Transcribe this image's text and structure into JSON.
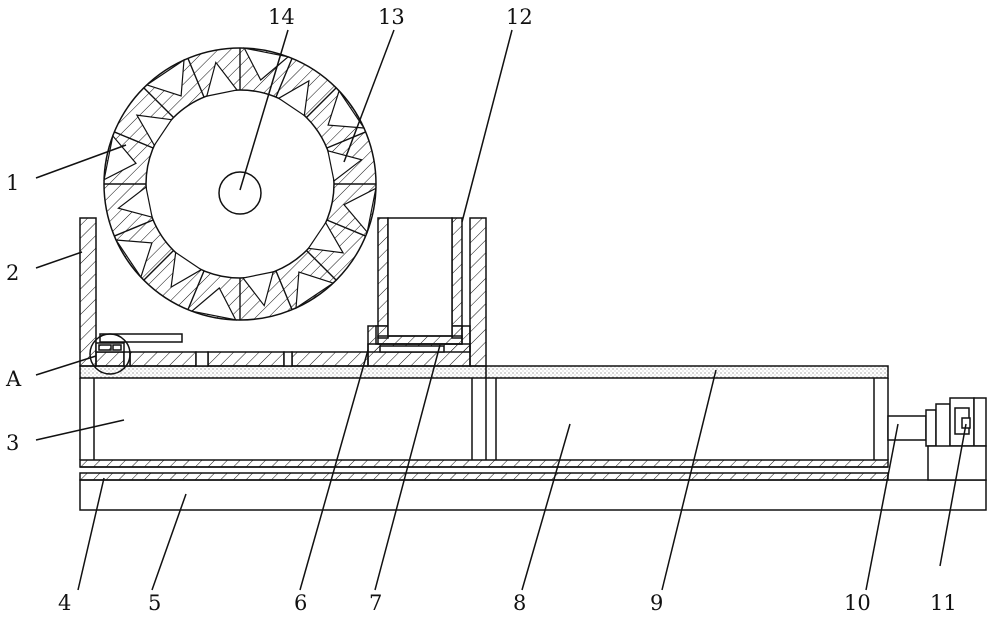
{
  "labels": {
    "l1": "1",
    "l2": "2",
    "lA": "A",
    "l3": "3",
    "l4": "4",
    "l5": "5",
    "l6": "6",
    "l7": "7",
    "l8": "8",
    "l9": "9",
    "l10": "10",
    "l11": "11",
    "l12": "12",
    "l13": "13",
    "l14": "14"
  },
  "colors": {
    "line": "#111111",
    "background": "#ffffff"
  }
}
